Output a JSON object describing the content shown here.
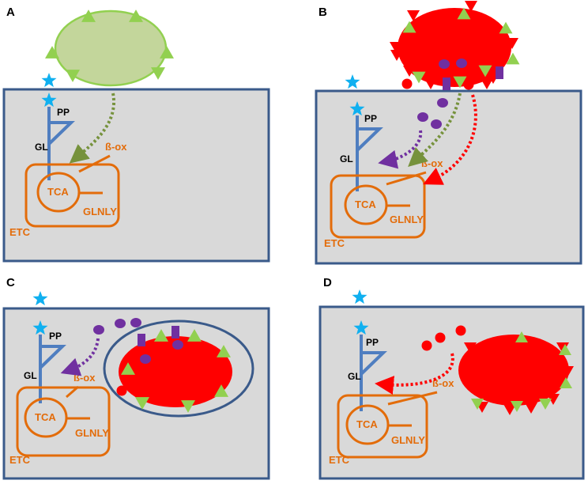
{
  "panels": [
    {
      "letter": "A"
    },
    {
      "letter": "B"
    },
    {
      "letter": "C"
    },
    {
      "letter": "D"
    }
  ],
  "labels": {
    "pp": "PP",
    "gl": "GL",
    "box": "ß-ox",
    "tca": "TCA",
    "glnly": "GLNLY",
    "etc": "ETC"
  },
  "colors": {
    "cell": "#d9d9d9",
    "cell_border": "#3a5a8a",
    "pathway": "#4f7ec0",
    "mito": "#e36c0a",
    "star": "#10b0f0",
    "green_bacterium": "#c3d69b",
    "triangle": "#92d050",
    "red_bacterium": "#ff0000",
    "purple": "#7030a0",
    "green_arrow": "#76923c"
  }
}
